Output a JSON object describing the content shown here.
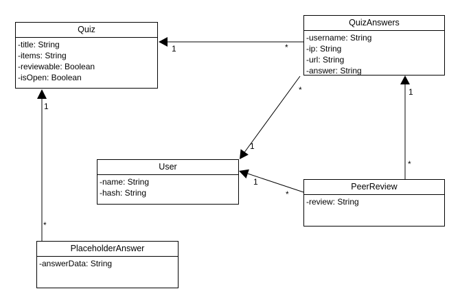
{
  "classes": {
    "quiz": {
      "name": "Quiz",
      "attributes": [
        "-title: String",
        "-items: String",
        "-reviewable: Boolean",
        "-isOpen: Boolean"
      ]
    },
    "quiz_answers": {
      "name": "QuizAnswers",
      "attributes": [
        "-username: String",
        "-ip: String",
        "-url: String",
        "-answer: String"
      ]
    },
    "user": {
      "name": "User",
      "attributes": [
        "-name: String",
        "-hash: String"
      ]
    },
    "peer_review": {
      "name": "PeerReview",
      "attributes": [
        "-review: String"
      ]
    },
    "placeholder_answer": {
      "name": "PlaceholderAnswer",
      "attributes": [
        "-answerData: String"
      ]
    }
  },
  "associations": [
    {
      "from": "QuizAnswers",
      "to": "Quiz",
      "from_mult": "*",
      "to_mult": "1"
    },
    {
      "from": "QuizAnswers",
      "to": "User",
      "from_mult": "*",
      "to_mult": "1"
    },
    {
      "from": "PeerReview",
      "to": "User",
      "from_mult": "*",
      "to_mult": "1"
    },
    {
      "from": "PeerReview",
      "to": "QuizAnswers",
      "from_mult": "*",
      "to_mult": "1"
    },
    {
      "from": "PlaceholderAnswer",
      "to": "Quiz",
      "from_mult": "*",
      "to_mult": "1"
    }
  ]
}
